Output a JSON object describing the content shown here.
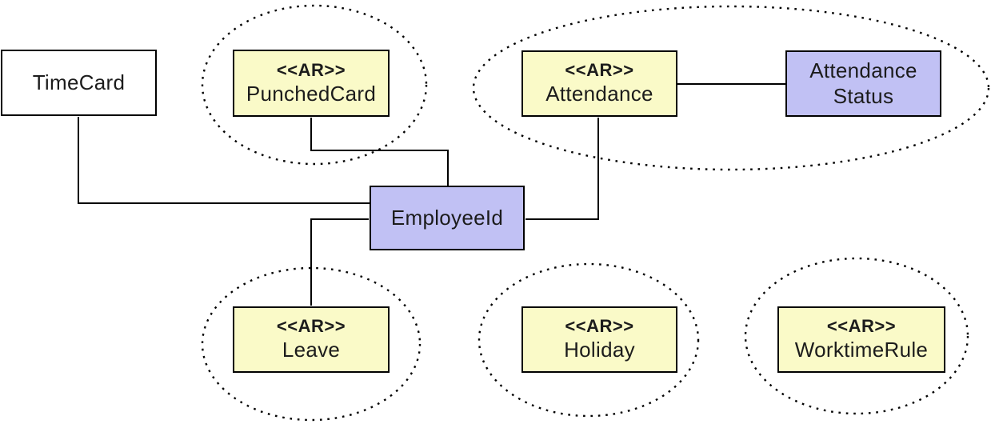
{
  "diagram": {
    "kind": "aggregate-boundary-diagram",
    "stereotype_label": "<<AR>>",
    "colors": {
      "aggregate_root_fill": "#FAFAC8",
      "value_object_fill": "#C1C1F4",
      "plain_node_fill": "#FFFFFF",
      "line": "#000000",
      "text": "#1C1C1C"
    },
    "nodes": {
      "timecard": {
        "label": "TimeCard"
      },
      "punchedcard": {
        "stereotype": "<<AR>>",
        "label": "PunchedCard"
      },
      "attendance": {
        "stereotype": "<<AR>>",
        "label": "Attendance"
      },
      "attendance_status": {
        "label_line1": "Attendance",
        "label_line2": "Status"
      },
      "employee_id": {
        "label": "EmployeeId"
      },
      "leave": {
        "stereotype": "<<AR>>",
        "label": "Leave"
      },
      "holiday": {
        "stereotype": "<<AR>>",
        "label": "Holiday"
      },
      "worktime_rule": {
        "stereotype": "<<AR>>",
        "label": "WorktimeRule"
      }
    },
    "boundaries": [
      {
        "around": "PunchedCard"
      },
      {
        "around": "Attendance, AttendanceStatus"
      },
      {
        "around": "Leave"
      },
      {
        "around": "Holiday"
      },
      {
        "around": "WorktimeRule"
      }
    ],
    "connections": [
      {
        "from": "TimeCard",
        "to": "EmployeeId"
      },
      {
        "from": "PunchedCard",
        "to": "EmployeeId"
      },
      {
        "from": "Attendance",
        "to": "EmployeeId"
      },
      {
        "from": "Attendance",
        "to": "AttendanceStatus"
      },
      {
        "from": "EmployeeId",
        "to": "Leave"
      }
    ]
  }
}
